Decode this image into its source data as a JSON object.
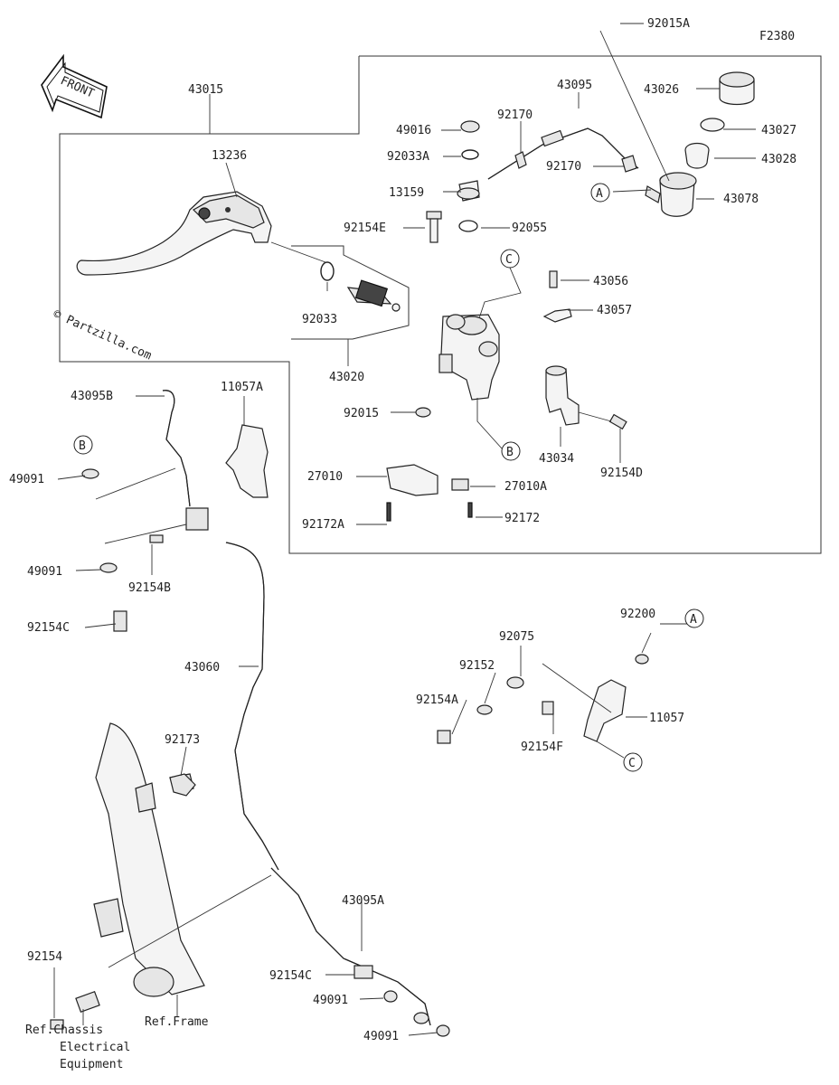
{
  "figure_code": "F2380",
  "front_badge": "FRONT",
  "watermark": "© Partzilla.com",
  "part_labels": {
    "p92015A": "92015A",
    "p43015": "43015",
    "p43095": "43095",
    "p43026": "43026",
    "p49016": "49016",
    "p92170a": "92170",
    "p43027": "43027",
    "p92033A": "92033A",
    "p43028": "43028",
    "p92170b": "92170",
    "p13236": "13236",
    "p13159": "13159",
    "p43078": "43078",
    "p92154E": "92154E",
    "p92055": "92055",
    "p43056": "43056",
    "p43057": "43057",
    "p92033": "92033",
    "p43020": "43020",
    "p43095B": "43095B",
    "p11057A": "11057A",
    "p92015": "92015",
    "p43034": "43034",
    "p49091a": "49091",
    "p92154D": "92154D",
    "p27010": "27010",
    "p27010A": "27010A",
    "p92172A": "92172A",
    "p92172": "92172",
    "p49091b": "49091",
    "p92154B": "92154B",
    "p92154C": "92154C",
    "p92200": "92200",
    "p92075": "92075",
    "p43060": "43060",
    "p92152": "92152",
    "p92154A": "92154A",
    "p11057": "11057",
    "p92154F": "92154F",
    "p92173": "92173",
    "p43095A": "43095A",
    "p92154": "92154",
    "p92154C2": "92154C",
    "p49091c": "49091",
    "p49091d": "49091",
    "ref_frame": "Ref.Frame",
    "ref_chassis_1": "Ref.Chassis",
    "ref_chassis_2": "Electrical",
    "ref_chassis_3": "Equipment"
  },
  "callouts": {
    "A1": "A",
    "A2": "A",
    "B1": "B",
    "B2": "B",
    "C1": "C",
    "C2": "C"
  }
}
